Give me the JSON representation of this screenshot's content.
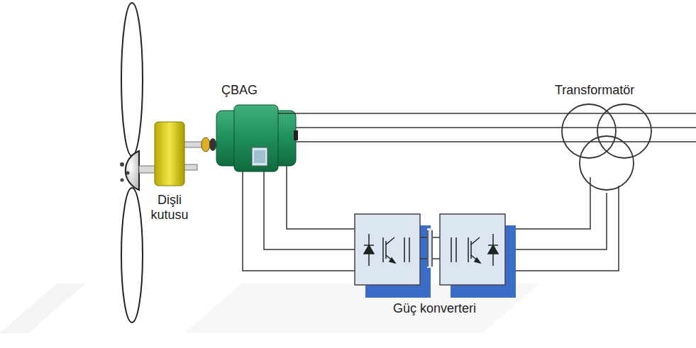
{
  "diagram": {
    "labels": [
      "ÇBAG",
      "Dişli kutusu",
      "Transformatör",
      "Güç konverteri"
    ]
  }
}
